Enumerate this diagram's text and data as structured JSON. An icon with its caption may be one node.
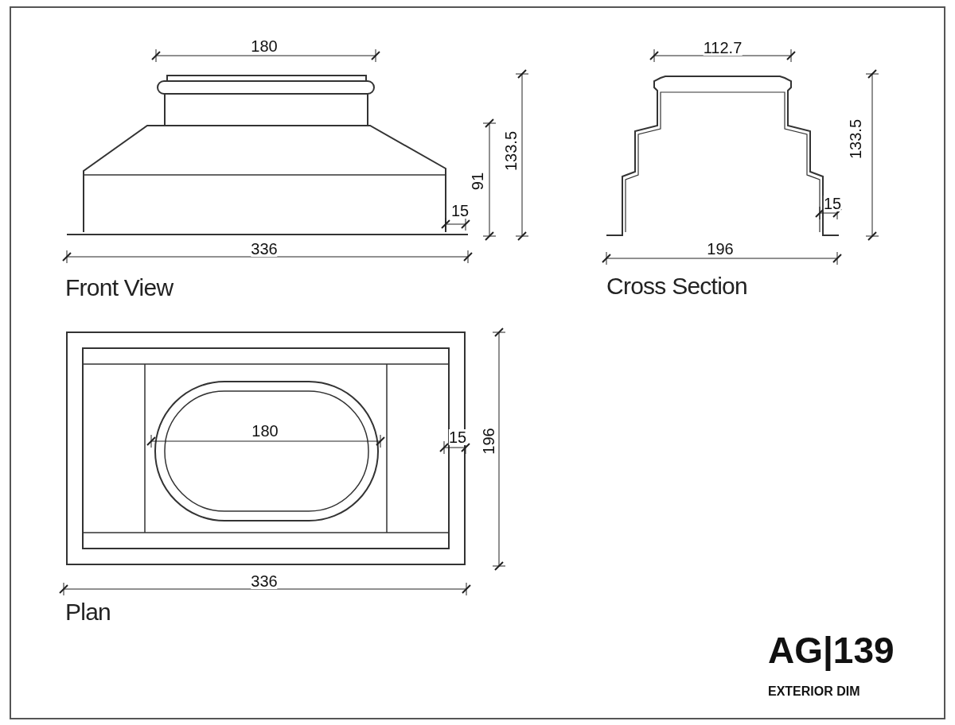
{
  "diagram": {
    "title": "AG|139",
    "labels": [
      "180",
      "112.7",
      "133.5",
      "91",
      "15",
      "133.5",
      "15",
      "336",
      "196",
      "Front View",
      "Cross Section",
      "180",
      "15",
      "196",
      "336",
      "Plan",
      "EXTERIOR DIM"
    ]
  }
}
